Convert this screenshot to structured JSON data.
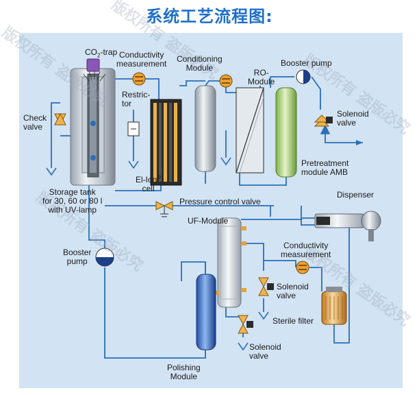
{
  "title": "系统工艺流程图:",
  "labels": {
    "co2_trap_prefix": "CO",
    "co2_trap_sub": "2",
    "co2_trap_suffix": "-trap",
    "conductivity_top": "Conductivity\nmeasurement",
    "conditioning_module": "Conditioning\nModule",
    "ro_module": "RO-\nModule",
    "booster_pump_top": "Booster pump",
    "restrictor": "Restric-\ntor",
    "check_valve": "Check\nvalve",
    "solenoid_valve_top": "Solenoid\nvalve",
    "elion_prefix": "El-Ion",
    "elion_sup": "®",
    "elion_suffix": "cell",
    "pretreatment_module": "Pretreatment\nmodule AMB",
    "storage_tank": "Storage tank\nfor 30, 60 or 80 l\nwith UV-lamp",
    "dispenser": "Dispenser",
    "pressure_control_valve": "Pressure control valve",
    "uf_module": "UF-Module",
    "booster_pump_left": "Booster\npump",
    "conductivity_mid": "Conductivity\nmeasurement",
    "solenoid_valve_mid": "Solenoid\nvalve",
    "sterile_filter": "Sterile filter",
    "solenoid_valve_bottom": "Solenoid\nvalve",
    "polishing_module": "Polishing\nModule"
  },
  "watermark": "版权所有 盗版必究",
  "colors": {
    "title": "#1f6fc9",
    "panel": "#d2e3f3",
    "pipe": "#2a6fb8",
    "meter": "#f0a030",
    "valve": "#f2b24a"
  }
}
